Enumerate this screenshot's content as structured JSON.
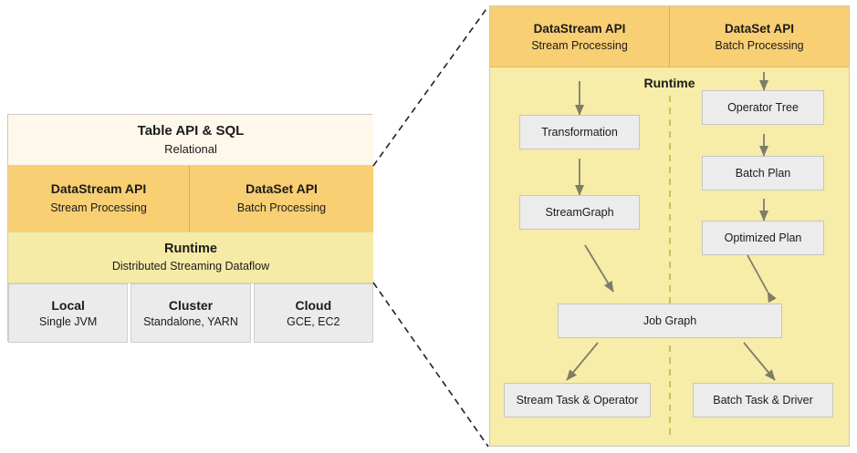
{
  "left_stack": {
    "table_layer": {
      "title": "Table API & SQL",
      "subtitle": "Relational"
    },
    "api_layer": [
      {
        "title": "DataStream API",
        "subtitle": "Stream Processing"
      },
      {
        "title": "DataSet API",
        "subtitle": "Batch Processing"
      }
    ],
    "runtime_layer": {
      "title": "Runtime",
      "subtitle": "Distributed Streaming Dataflow"
    },
    "infra_layer": [
      {
        "title": "Local",
        "subtitle": "Single JVM"
      },
      {
        "title": "Cluster",
        "subtitle": "Standalone, YARN"
      },
      {
        "title": "Cloud",
        "subtitle": "GCE, EC2"
      }
    ]
  },
  "right_panel": {
    "header": [
      {
        "title": "DataStream API",
        "subtitle": "Stream Processing"
      },
      {
        "title": "DataSet API",
        "subtitle": "Batch Processing"
      }
    ],
    "runtime_label": "Runtime",
    "stream_nodes": [
      {
        "label": "Transformation"
      },
      {
        "label": "StreamGraph"
      }
    ],
    "batch_nodes": [
      {
        "label": "Operator Tree"
      },
      {
        "label": "Batch Plan"
      },
      {
        "label": "Optimized Plan"
      }
    ],
    "shared_node": {
      "label": "Job Graph"
    },
    "task_nodes": [
      {
        "label": "Stream Task & Operator"
      },
      {
        "label": "Batch Task & Driver"
      }
    ]
  },
  "colors": {
    "api_fill": "#f9cf73",
    "runtime_fill": "#f6eba6",
    "table_fill": "#fdf8ea",
    "infra_fill": "#ebebeb",
    "node_fill": "#ececec",
    "arrow": "#777766",
    "connector": "#222222"
  }
}
